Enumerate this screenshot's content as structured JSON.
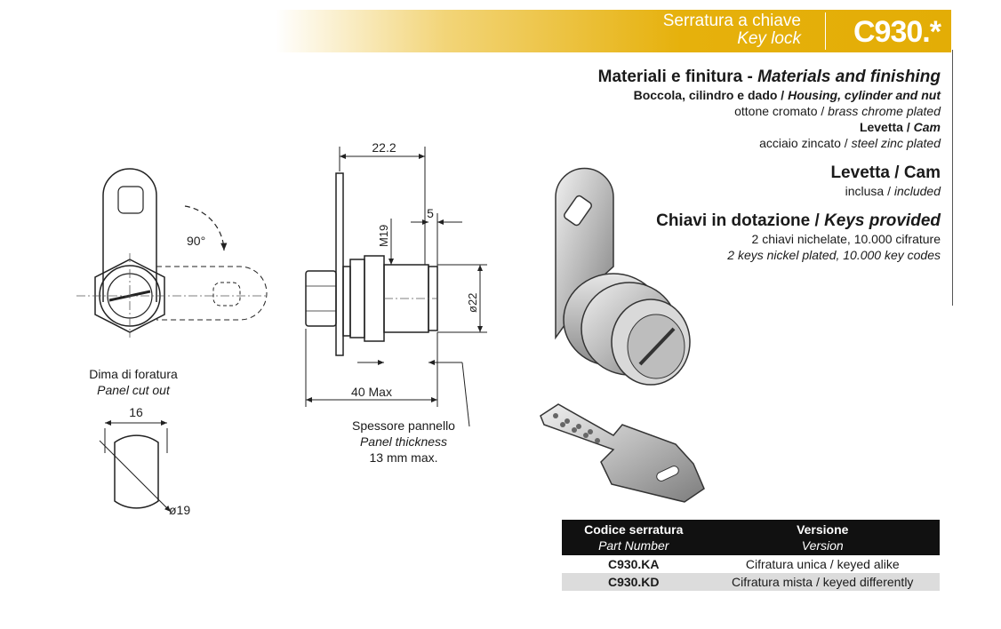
{
  "header": {
    "title_it": "Serratura a chiave",
    "title_en": "Key lock",
    "code": "C930.*"
  },
  "specs": {
    "materials_heading_it": "Materiali e finitura - ",
    "materials_heading_en": "Materials and finishing",
    "housing_label_it": "Boccola, cilindro e dado / ",
    "housing_label_en": "Housing, cylinder and nut",
    "housing_finish_it": "ottone cromato / ",
    "housing_finish_en": "brass chrome plated",
    "cam_label_it": "Levetta / ",
    "cam_label_en": "Cam",
    "cam_finish_it": "acciaio zincato / ",
    "cam_finish_en": "steel zinc plated",
    "cam_heading": "Levetta / Cam",
    "cam_included_it": "inclusa / ",
    "cam_included_en": "included",
    "keys_heading_it": "Chiavi in dotazione / ",
    "keys_heading_en": "Keys provided",
    "keys_line_it": "2 chiavi nichelate, 10.000 cifrature",
    "keys_line_en": "2 keys nickel plated, 10.000 key codes"
  },
  "drawing": {
    "rotation": "90°",
    "dim_22_2": "22.2",
    "dim_5": "5",
    "dim_m19": "M19",
    "dim_d22": "ø22",
    "dim_40max": "40  Max",
    "panel_it": "Spessore pannello",
    "panel_en": "Panel thickness",
    "panel_max": "13 mm max.",
    "cutout_it": "Dima di foratura",
    "cutout_en": "Panel cut out",
    "dim_16": "16",
    "dim_d19": "ø19"
  },
  "table": {
    "col1_it": "Codice serratura",
    "col1_en": "Part Number",
    "col2_it": "Versione",
    "col2_en": "Version",
    "rows": [
      {
        "code": "C930.KA",
        "version": "Cifratura unica / keyed alike"
      },
      {
        "code": "C930.KD",
        "version": "Cifratura mista / keyed differently"
      }
    ]
  },
  "colors": {
    "accent": "#e3ad06",
    "table_header": "#111111",
    "row_alt": "#dcdcdc"
  }
}
